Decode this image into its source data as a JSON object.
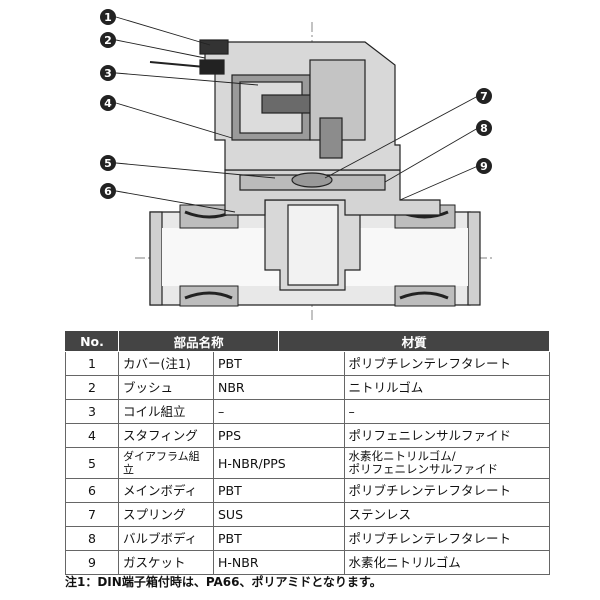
{
  "callouts": [
    "1",
    "2",
    "3",
    "4",
    "5",
    "6",
    "7",
    "8",
    "9"
  ],
  "table": {
    "headers": [
      "No.",
      "部品名称",
      "",
      "材質"
    ],
    "rows": [
      {
        "no": "1",
        "name": "カバー(注1)",
        "abbr": "PBT",
        "material": "ポリブチレンテレフタレート"
      },
      {
        "no": "2",
        "name": "ブッシュ",
        "abbr": "NBR",
        "material": "ニトリルゴム"
      },
      {
        "no": "3",
        "name": "コイル組立",
        "abbr": "–",
        "material": "–"
      },
      {
        "no": "4",
        "name": "スタフィング",
        "abbr": "PPS",
        "material": "ポリフェニレンサルファイド"
      },
      {
        "no": "5",
        "name": "ダイアフラム組立",
        "abbr": "H-NBR/PPS",
        "material": "水素化ニトリルゴム/\nポリフェニレンサルファイド"
      },
      {
        "no": "6",
        "name": "メインボディ",
        "abbr": "PBT",
        "material": "ポリブチレンテレフタレート"
      },
      {
        "no": "7",
        "name": "スプリング",
        "abbr": "SUS",
        "material": "ステンレス"
      },
      {
        "no": "8",
        "name": "バルブボディ",
        "abbr": "PBT",
        "material": "ポリブチレンテレフタレート"
      },
      {
        "no": "9",
        "name": "ガスケット",
        "abbr": "H-NBR",
        "material": "水素化ニトリルゴム"
      }
    ]
  },
  "note": "注1：DIN端子箱付時は、PA66、ポリアミドとなります。"
}
